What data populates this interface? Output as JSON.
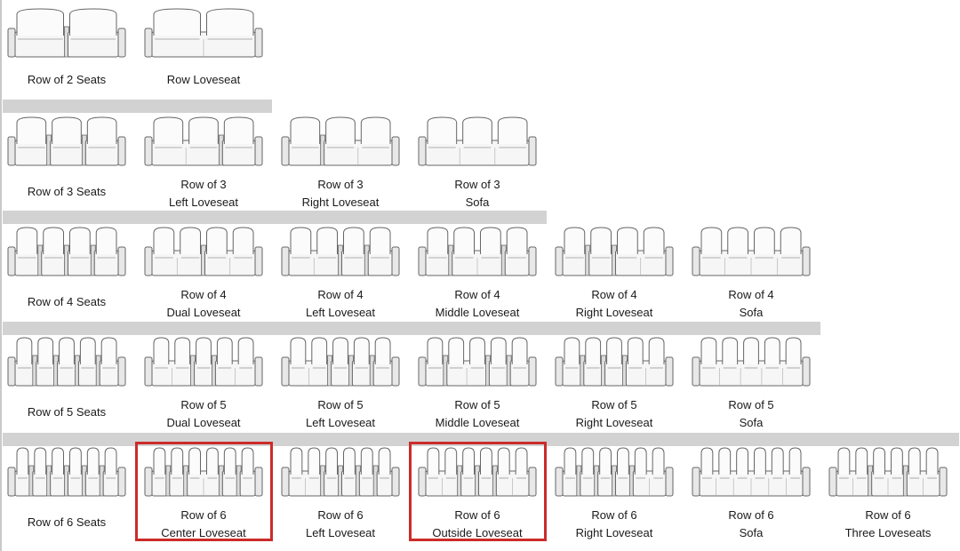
{
  "accent": "#cc2b2b",
  "rows": [
    {
      "seats": 2,
      "items": [
        {
          "label": "Row of 2 Seats",
          "kind": "split",
          "highlighted": false
        },
        {
          "label": "Row Loveseat",
          "kind": "joined",
          "highlighted": false
        }
      ]
    },
    {
      "seats": 3,
      "items": [
        {
          "label": "Row of 3 Seats",
          "kind": "split",
          "highlighted": false
        },
        {
          "label": "Row of 3\nLeft Loveseat",
          "kind": "left",
          "highlighted": false
        },
        {
          "label": "Row of 3\nRight Loveseat",
          "kind": "right",
          "highlighted": false
        },
        {
          "label": "Row of 3\nSofa",
          "kind": "joined",
          "highlighted": false
        }
      ]
    },
    {
      "seats": 4,
      "items": [
        {
          "label": "Row of 4 Seats",
          "kind": "split",
          "highlighted": false
        },
        {
          "label": "Row of 4\nDual Loveseat",
          "kind": "dual",
          "highlighted": false
        },
        {
          "label": "Row of 4\nLeft Loveseat",
          "kind": "left",
          "highlighted": false
        },
        {
          "label": "Row of 4\nMiddle Loveseat",
          "kind": "middle",
          "highlighted": false
        },
        {
          "label": "Row of 4\nRight Loveseat",
          "kind": "right",
          "highlighted": false
        },
        {
          "label": "Row of 4\nSofa",
          "kind": "joined",
          "highlighted": false
        }
      ]
    },
    {
      "seats": 5,
      "items": [
        {
          "label": "Row of 5 Seats",
          "kind": "split",
          "highlighted": false
        },
        {
          "label": "Row of 5\nDual Loveseat",
          "kind": "dual",
          "highlighted": false
        },
        {
          "label": "Row of 5\nLeft Loveseat",
          "kind": "left",
          "highlighted": false
        },
        {
          "label": "Row of 5\nMiddle Loveseat",
          "kind": "middle",
          "highlighted": false
        },
        {
          "label": "Row of 5\nRight Loveseat",
          "kind": "right",
          "highlighted": false
        },
        {
          "label": "Row of 5\nSofa",
          "kind": "joined",
          "highlighted": false
        }
      ]
    },
    {
      "seats": 6,
      "items": [
        {
          "label": "Row of 6 Seats",
          "kind": "split",
          "highlighted": false
        },
        {
          "label": "Row of 6\nCenter Loveseat",
          "kind": "middle",
          "highlighted": true
        },
        {
          "label": "Row of 6\nLeft Loveseat",
          "kind": "left",
          "highlighted": false
        },
        {
          "label": "Row of 6\nOutside Loveseat",
          "kind": "dual",
          "highlighted": true
        },
        {
          "label": "Row of 6\nRight Loveseat",
          "kind": "right",
          "highlighted": false
        },
        {
          "label": "Row of 6\nSofa",
          "kind": "joined",
          "highlighted": false
        },
        {
          "label": "Row of 6\nThree Loveseats",
          "kind": "triple",
          "highlighted": false
        }
      ]
    }
  ]
}
